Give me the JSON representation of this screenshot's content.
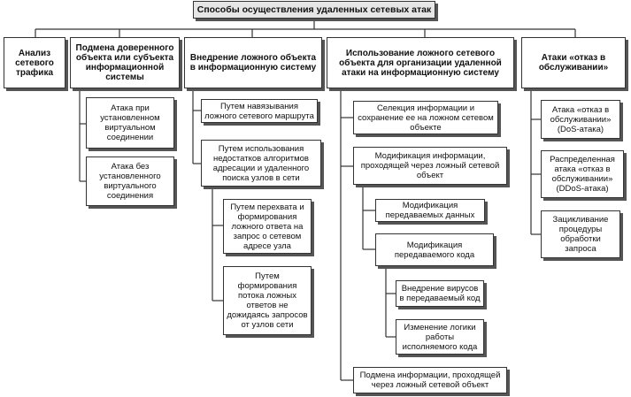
{
  "title": "Способы осуществления удаленных сетевых атак",
  "columns": [
    {
      "label": "Анализ сетевого трафика",
      "children": []
    },
    {
      "label": "Подмена доверенного объекта или субъекта информационной системы",
      "children": [
        {
          "label": "Атака при установленном виртуальном соединении"
        },
        {
          "label": "Атака без установленного виртуального соединения"
        }
      ]
    },
    {
      "label": "Внедрение ложного объекта в информационную систему",
      "children": [
        {
          "label": "Путем навязывания ложного сетевого маршрута"
        },
        {
          "label": "Путем использования недостатков алгоритмов адресации и удаленного поиска узлов в сети",
          "children": [
            {
              "label": "Путем перехвата и формирования ложного ответа на запрос о сетевом адресе узла"
            },
            {
              "label": "Путем формирования потока ложных ответов не дожидаясь запросов от узлов сети"
            }
          ]
        }
      ]
    },
    {
      "label": "Использование ложного сетевого объекта для организации удаленной атаки на информационную систему",
      "children": [
        {
          "label": "Селекция информации и сохранение ее на ложном сетевом объекте"
        },
        {
          "label": "Модификация информации, проходящей через ложный сетевой объект",
          "children": [
            {
              "label": "Модификация передаваемых данных"
            },
            {
              "label": "Модификация передаваемого кода",
              "children": [
                {
                  "label": "Внедрение вирусов в передаваемый код"
                },
                {
                  "label": "Изменение логики работы исполняемого кода"
                }
              ]
            }
          ]
        },
        {
          "label": "Подмена информации, проходящей через ложный сетевой объект"
        }
      ]
    },
    {
      "label": "Атаки «отказ в обслуживании»",
      "children": [
        {
          "label": "Атака «отказ в обслуживании» (DoS-атака)"
        },
        {
          "label": "Распределенная атака «отказ в обслуживании» (DDoS-атака)"
        },
        {
          "label": "Зацикливание процедуры обработки запроса"
        }
      ]
    }
  ]
}
